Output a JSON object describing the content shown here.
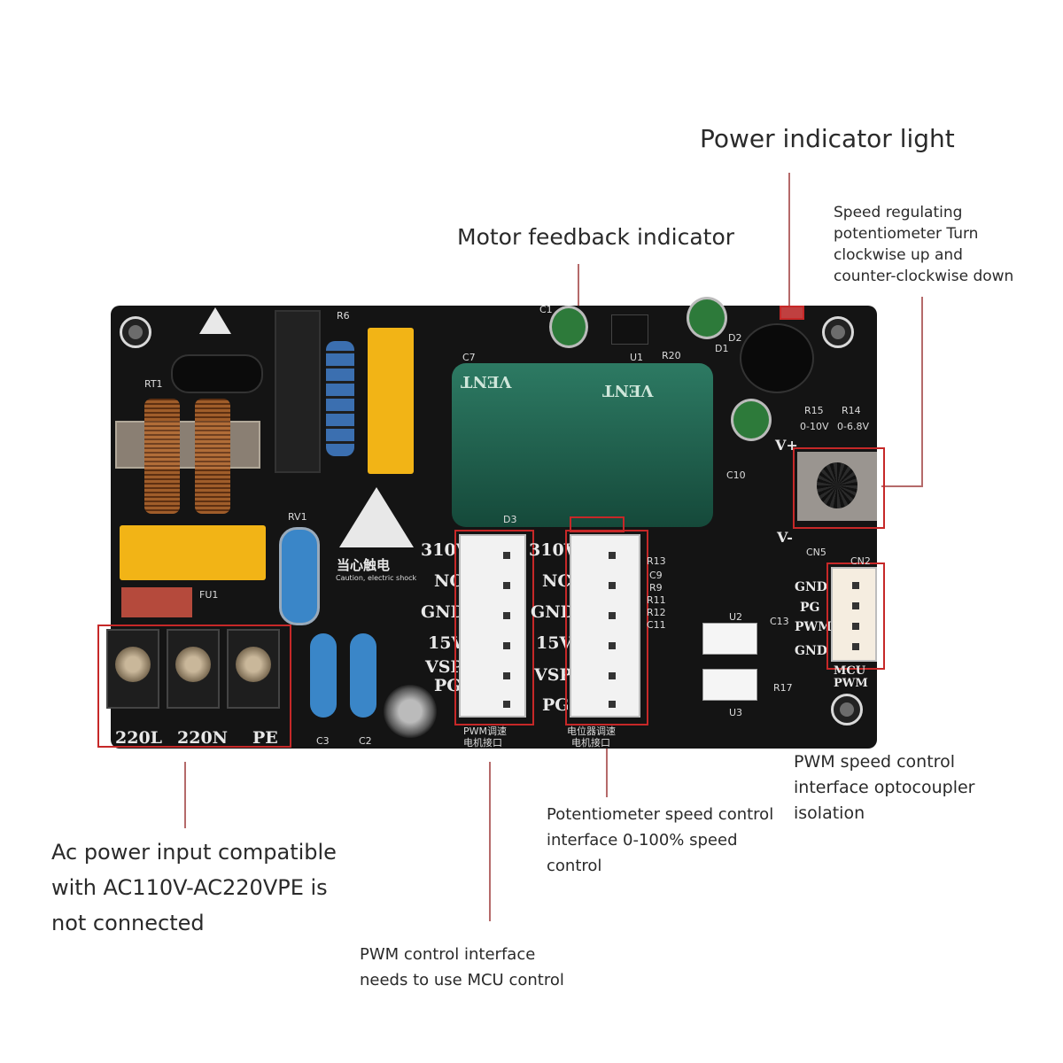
{
  "callouts": {
    "power_indicator": "Power indicator light",
    "motor_feedback": "Motor feedback indicator",
    "speed_pot_l1": "Speed regulating",
    "speed_pot_l2": "potentiometer Turn",
    "speed_pot_l3": "clockwise up and",
    "speed_pot_l4": "counter-clockwise down",
    "ac_input_l1": "Ac power input compatible",
    "ac_input_l2": "with AC110V-AC220VPE is",
    "ac_input_l3": "not connected",
    "pwm_ctrl_l1": "PWM control interface",
    "pwm_ctrl_l2": "needs to use MCU control",
    "pot_ctrl_l1": "Potentiometer speed control",
    "pot_ctrl_l2": "interface 0-100% speed",
    "pot_ctrl_l3": "control",
    "pwm_opto_l1": "PWM speed control",
    "pwm_opto_l2": "interface optocoupler",
    "pwm_opto_l3": "isolation"
  },
  "board": {
    "pins_left": [
      "310V",
      "NC",
      "GND",
      "15V",
      "VSP",
      "PG"
    ],
    "pins_mid": [
      "310V",
      "NC",
      "GND",
      "15V",
      "VSP",
      "PG"
    ],
    "mcu_pins": [
      "GND",
      "PG",
      "PWM",
      "GND"
    ],
    "mcu_label": "MCU",
    "mcu_pwm": "PWM",
    "terminals": [
      "220L",
      "220N",
      "PE"
    ],
    "warning_text": "当心触电",
    "warning_sub": "Caution, electric shock",
    "capacitor_brand": "VENT",
    "r15": "R15",
    "r14": "R14",
    "r15_val": "0-10V",
    "r14_val": "0-6.8V",
    "vplus": "V+",
    "vminus": "V-",
    "left_conn_caption_l1": "PWM调速",
    "left_conn_caption_l2": "电机接口",
    "mid_conn_caption_l1": "电位器调速",
    "mid_conn_caption_l2": "电机接口",
    "refs": [
      "R6",
      "RT1",
      "C1",
      "C7",
      "U1",
      "R20",
      "D2",
      "D1",
      "D3",
      "RV1",
      "FU1",
      "C3",
      "C2",
      "C10",
      "CN5",
      "CN2",
      "R13",
      "C9",
      "R9",
      "R11",
      "R12",
      "C11",
      "C13",
      "U2",
      "U3",
      "R17"
    ]
  }
}
